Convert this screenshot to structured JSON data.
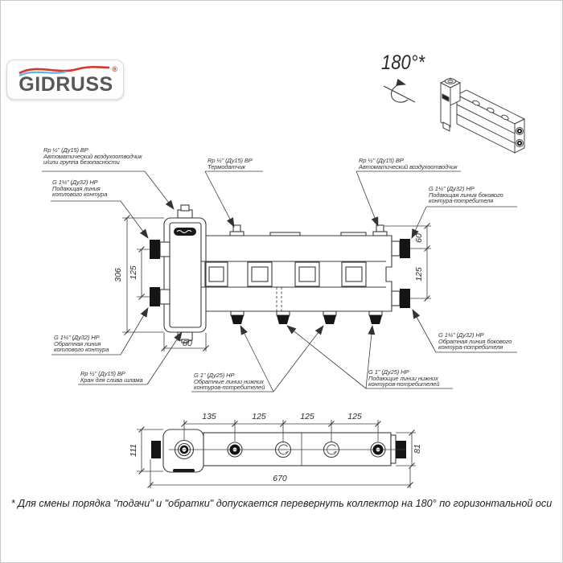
{
  "logo": {
    "text": "GIDRUSS",
    "registered": "®",
    "text_color": "#57585a",
    "wave_red": "#d4372f",
    "wave_blue": "#55b4e0"
  },
  "rotation": {
    "label": "180°*"
  },
  "callouts": {
    "air_vent_safety": {
      "l1": "Rp ½\" (Ду15) ВР",
      "l2": "Автоматический воздухоотводчик",
      "l3": "и/или группа безопасности"
    },
    "boiler_supply": {
      "l1": "G 1¼\" (Ду32) НР",
      "l2": "Подающая линия",
      "l3": "котлового контура"
    },
    "thermo": {
      "l1": "Rp ½\" (Ду15) ВР",
      "l2": "Термодатчик"
    },
    "air_vent": {
      "l1": "Rp ½\" (Ду15) ВР",
      "l2": "Автоматический воздухоотводчик"
    },
    "side_supply": {
      "l1": "G 1¼\" (Ду32) НР",
      "l2": "Подающая линия бокового",
      "l3": "контура-потребителя"
    },
    "boiler_return": {
      "l1": "G 1¼\" (Ду32) НР",
      "l2": "Обратная линия",
      "l3": "котлового контура"
    },
    "drain": {
      "l1": "Rp ½\" (Ду15) ВР",
      "l2": "Кран для слива шлама"
    },
    "lower_return": {
      "l1": "G 1\" (Ду25) НР",
      "l2": "Обратные линии нижних",
      "l3": "контуров-потребителей"
    },
    "lower_supply": {
      "l1": "G 1\" (Ду25) НР",
      "l2": "Подающие линии нижних",
      "l3": "контуров-потребителей"
    },
    "side_return": {
      "l1": "G 1¼\" (Ду32) НР",
      "l2": "Обратная линия бокового",
      "l3": "контура-потребителя"
    }
  },
  "dimensions": {
    "front": {
      "height": "306",
      "left_port_spacing": "125",
      "base_width": "80",
      "right_top_offset": "60",
      "right_port_spacing": "125"
    },
    "top_view": {
      "d1": "135",
      "d2": "125",
      "d3": "125",
      "d4": "125",
      "depth_left": "111",
      "depth_right": "81",
      "length": "670"
    }
  },
  "footnote": "* Для смены порядка \"подачи\" и \"обратки\" допускается перевернуть коллектор на 180° по горизонтальной оси"
}
